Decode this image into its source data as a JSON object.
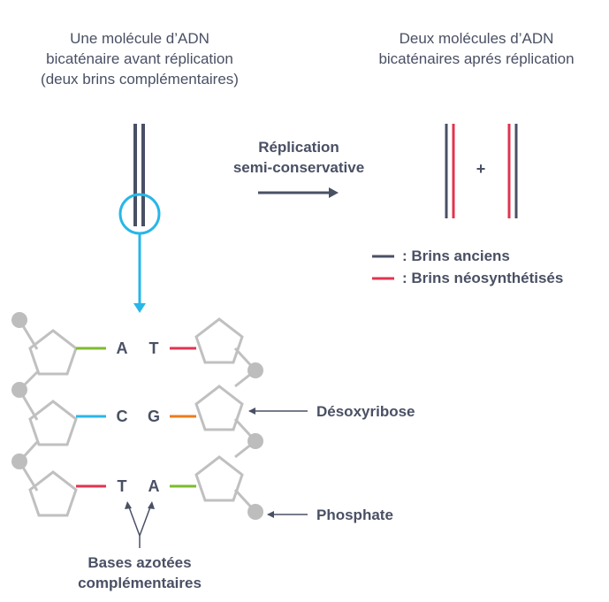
{
  "before": {
    "line1": "Une molécule d’ADN",
    "line2": "bicaténaire avant réplication",
    "line3": "(deux brins complémentaires)"
  },
  "after": {
    "line1": "Deux molécules d’ADN",
    "line2": "bicaténaires aprés réplication"
  },
  "replication": {
    "line1": "Réplication",
    "line2": "semi-conservative"
  },
  "plus": "+",
  "legend": {
    "old": ": Brins anciens",
    "new": ": Brins néosynthétisés"
  },
  "bases": {
    "row1_left": "A",
    "row1_right": "T",
    "row2_left": "C",
    "row2_right": "G",
    "row3_left": "T",
    "row3_right": "A"
  },
  "labels": {
    "desoxyribose": "Désoxyribose",
    "phosphate": "Phosphate",
    "bases_line1": "Bases azotées",
    "bases_line2": "complémentaires"
  },
  "colors": {
    "old_strand": "#4a5064",
    "new_strand": "#e0344f",
    "zoom": "#29b6e8",
    "A_T_left": "#7cbb2c",
    "C_left": "#29b6e8",
    "G_right": "#ec7b1c",
    "skeleton": "#c0c0c0",
    "phosphate": "#bdbdbd"
  }
}
